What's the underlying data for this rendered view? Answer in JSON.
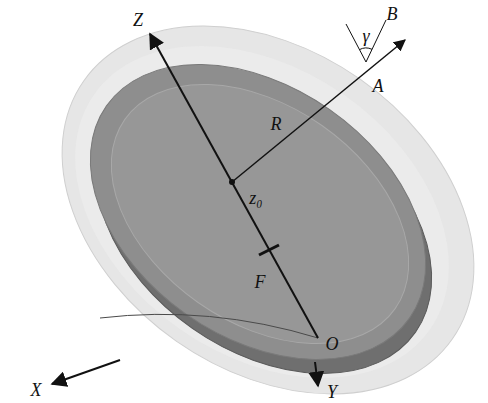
{
  "diagram": {
    "labels": [
      "Z",
      "B",
      "γ",
      "A",
      "R",
      "z₀",
      "F",
      "O",
      "X",
      "Y"
    ]
  }
}
